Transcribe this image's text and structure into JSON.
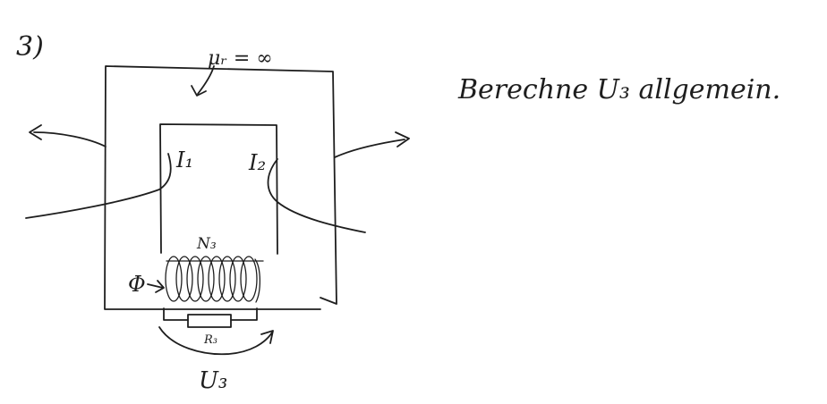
{
  "problem_number": "3)",
  "task_text": "Berechne U₃ allgemein.",
  "core_label": "μᵣ = ∞",
  "current_1_label": "I₁",
  "current_2_label": "I₂",
  "coil_turns_label": "N₃",
  "flux_label": "Φ",
  "resistor_label": "R₃",
  "voltage_label": "U₃",
  "ink_color": "#1e1e1e"
}
